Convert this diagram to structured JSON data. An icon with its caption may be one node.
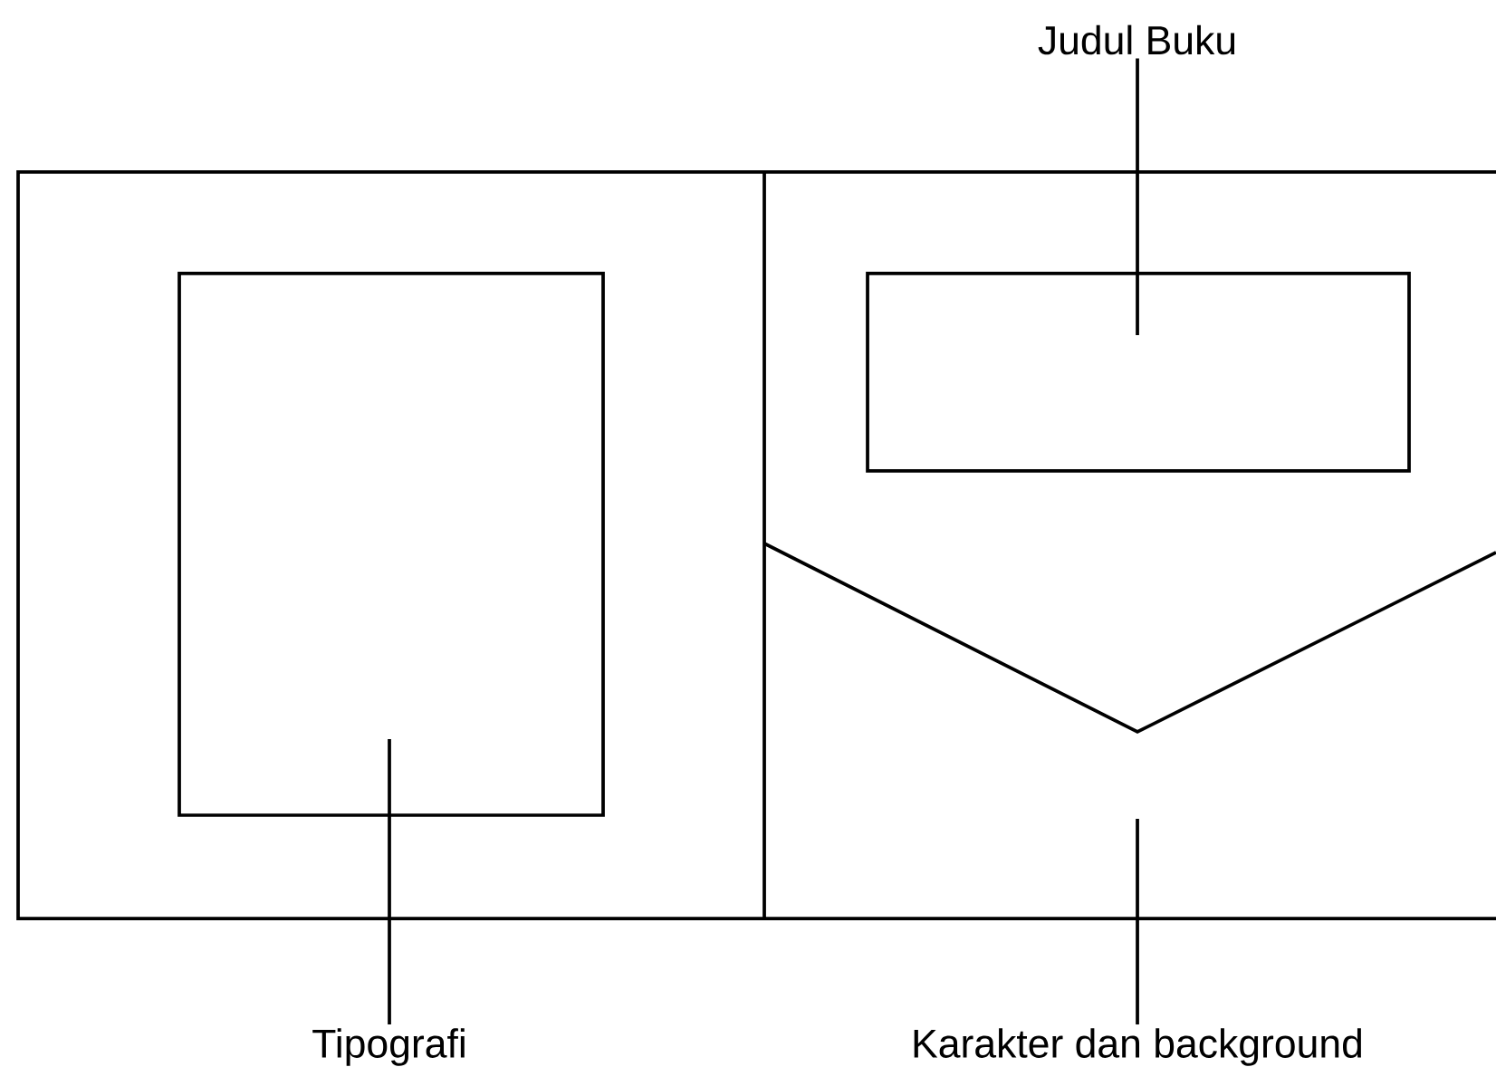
{
  "diagram": {
    "nodes": [
      {
        "text": [
          "Judul Buku"
        ]
      },
      {
        "text": [],
        "shape": "box"
      },
      {
        "text": [],
        "shape": "box"
      },
      {
        "text": [
          "Tipografi"
        ]
      },
      {
        "text": [
          "Karakter dan background"
        ]
      }
    ],
    "edges": [
      {
        "from": 0,
        "to": 2,
        "arrow": "none"
      },
      {
        "from": 3,
        "to": 1,
        "arrow": "none"
      },
      {
        "from": 4,
        "to": null,
        "arrow": "none"
      }
    ]
  }
}
